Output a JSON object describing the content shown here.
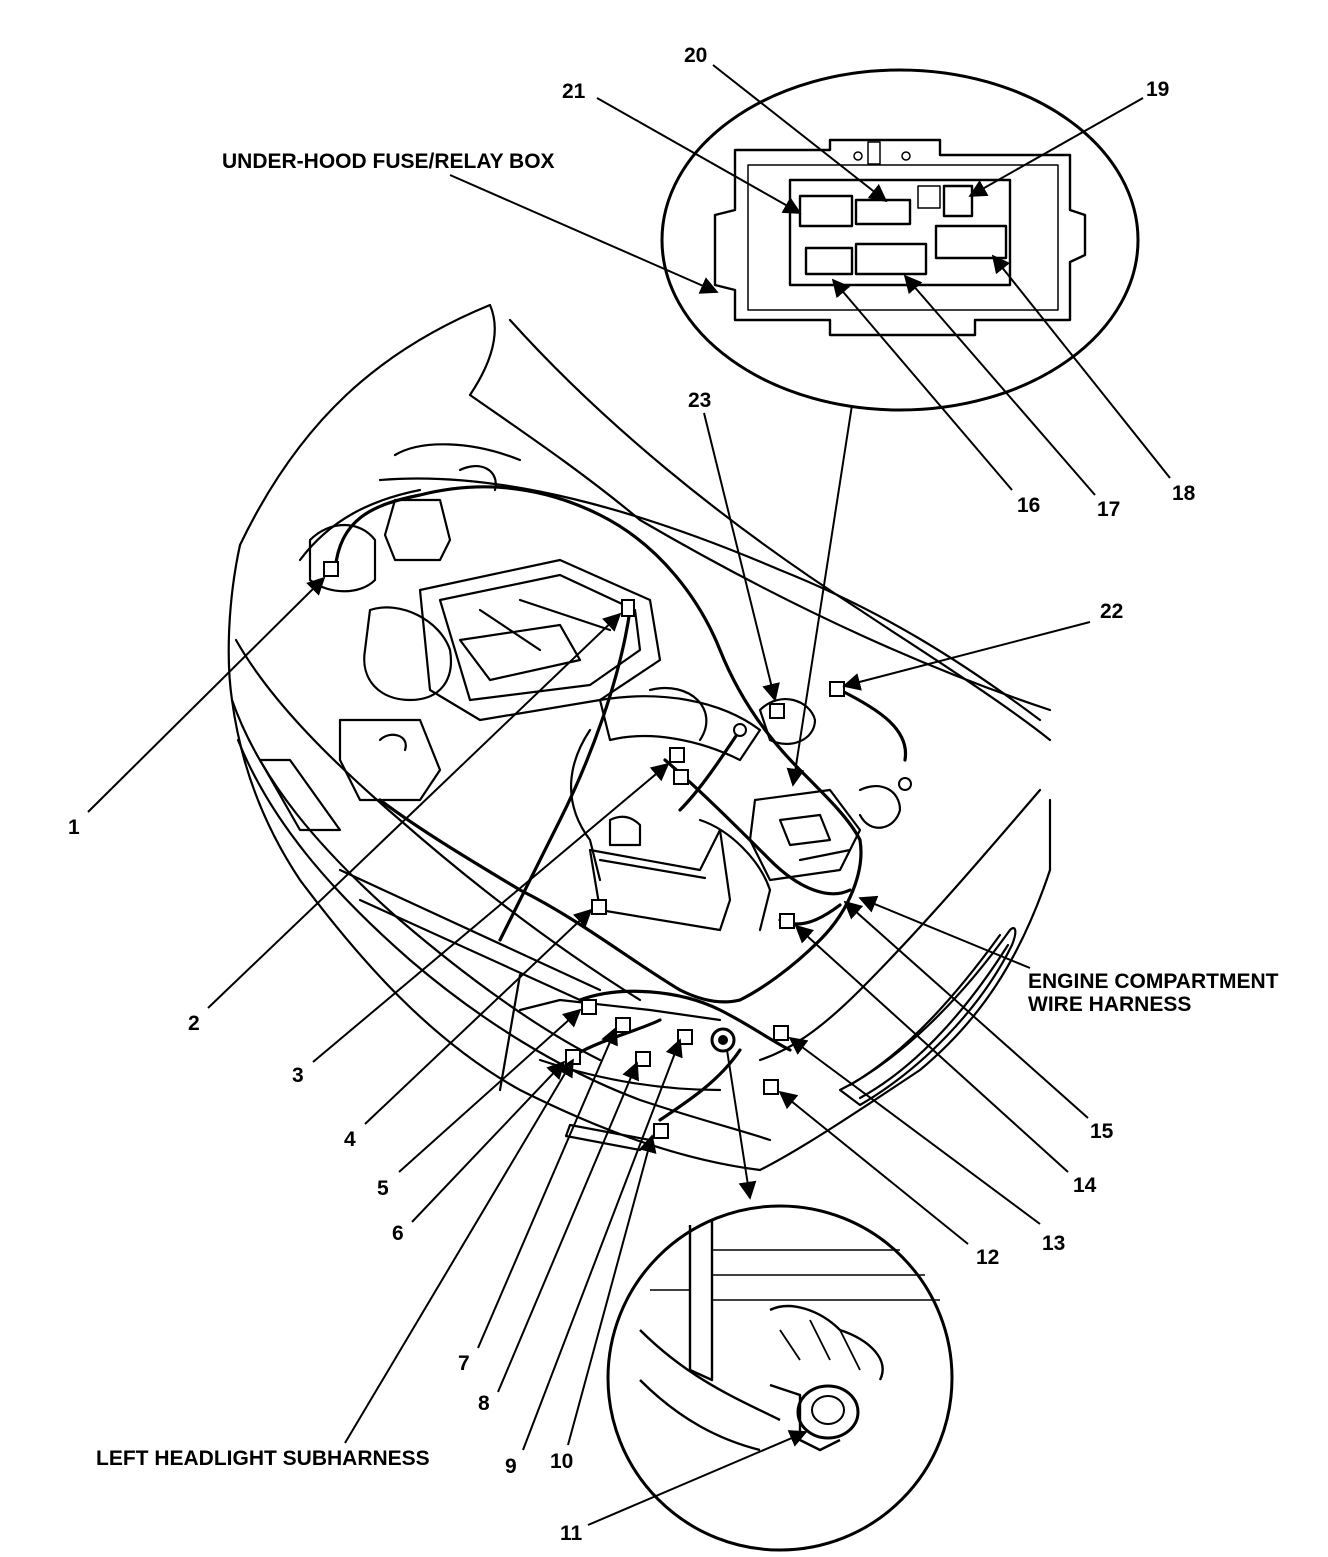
{
  "captions": {
    "fuse_box": "UNDER-HOOD FUSE/RELAY BOX",
    "engine_harness_line1": "ENGINE COMPARTMENT",
    "engine_harness_line2": "WIRE HARNESS",
    "left_headlight": "LEFT HEADLIGHT SUBHARNESS"
  },
  "callouts": [
    "1",
    "2",
    "3",
    "4",
    "5",
    "6",
    "7",
    "8",
    "9",
    "10",
    "11",
    "12",
    "13",
    "14",
    "15",
    "16",
    "17",
    "18",
    "19",
    "20",
    "21",
    "22",
    "23"
  ],
  "colors": {
    "ink": "#000000",
    "paper": "#ffffff"
  }
}
